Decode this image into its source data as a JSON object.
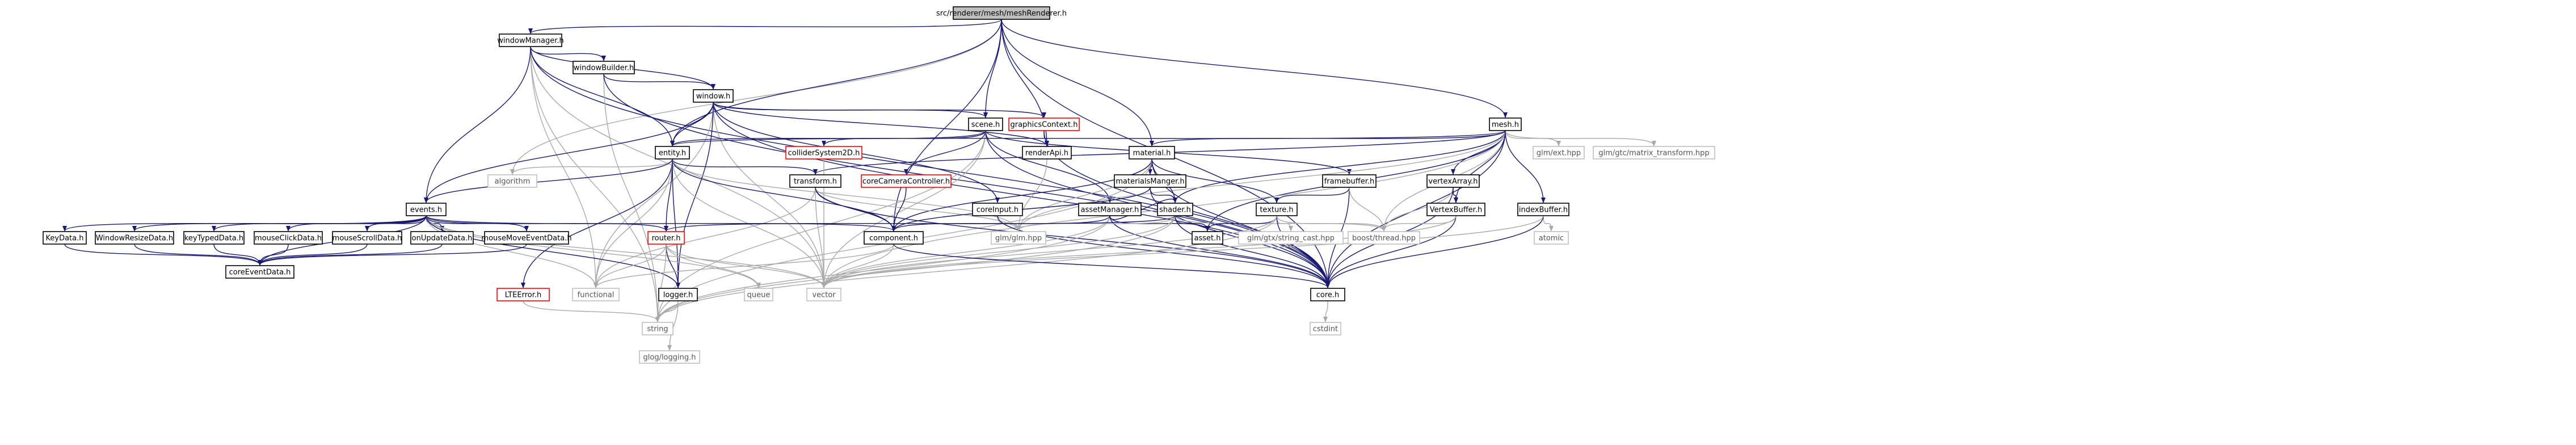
{
  "diagram": {
    "colors": {
      "include_edge": "#191970",
      "system_edge": "#a9a9a9",
      "node_border_documented": "#000000",
      "node_border_undocumented": "#ff0000",
      "node_border_external": "#bfbfbf",
      "root_fill": "#bfbfbf",
      "node_fill": "#ffffff",
      "external_text": "#555555"
    },
    "nodes": [
      {
        "id": "root",
        "label": "src/renderer/mesh/meshRenderer.h",
        "kind": "root"
      },
      {
        "id": "windowManager",
        "label": "windowManager.h",
        "kind": "doc"
      },
      {
        "id": "windowBuilder",
        "label": "windowBuilder.h",
        "kind": "doc"
      },
      {
        "id": "window",
        "label": "window.h",
        "kind": "doc"
      },
      {
        "id": "scene",
        "label": "scene.h",
        "kind": "doc"
      },
      {
        "id": "graphicsContext",
        "label": "graphicsContext.h",
        "kind": "undoc"
      },
      {
        "id": "mesh",
        "label": "mesh.h",
        "kind": "doc"
      },
      {
        "id": "entity",
        "label": "entity.h",
        "kind": "doc"
      },
      {
        "id": "colliderSystem2D",
        "label": "colliderSystem2D.h",
        "kind": "undoc"
      },
      {
        "id": "renderApi",
        "label": "renderApi.h",
        "kind": "doc"
      },
      {
        "id": "material",
        "label": "material.h",
        "kind": "doc"
      },
      {
        "id": "glmext",
        "label": "glm/ext.hpp",
        "kind": "ext"
      },
      {
        "id": "glmgtc",
        "label": "glm/gtc/matrix_transform.hpp",
        "kind": "ext"
      },
      {
        "id": "algorithm",
        "label": "algorithm",
        "kind": "ext"
      },
      {
        "id": "transform",
        "label": "transform.h",
        "kind": "doc"
      },
      {
        "id": "coreCameraController",
        "label": "coreCameraController.h",
        "kind": "undoc"
      },
      {
        "id": "materialsManger",
        "label": "materialsManger.h",
        "kind": "doc"
      },
      {
        "id": "framebuffer",
        "label": "framebuffer.h",
        "kind": "doc"
      },
      {
        "id": "vertexArray",
        "label": "vertexArray.h",
        "kind": "doc"
      },
      {
        "id": "events",
        "label": "events.h",
        "kind": "doc"
      },
      {
        "id": "coreInput",
        "label": "coreInput.h",
        "kind": "doc"
      },
      {
        "id": "assetManager",
        "label": "assetManager.h",
        "kind": "doc"
      },
      {
        "id": "shader",
        "label": "shader.h",
        "kind": "doc"
      },
      {
        "id": "texture",
        "label": "texture.h",
        "kind": "doc"
      },
      {
        "id": "VertexBuffer",
        "label": "VertexBuffer.h",
        "kind": "doc"
      },
      {
        "id": "indexBuffer",
        "label": "indexBuffer.h",
        "kind": "doc"
      },
      {
        "id": "KeyData",
        "label": "KeyData.h",
        "kind": "doc"
      },
      {
        "id": "WindowResizeData",
        "label": "WindowResizeData.h",
        "kind": "doc"
      },
      {
        "id": "keyTypedData",
        "label": "keyTypedData.h",
        "kind": "doc"
      },
      {
        "id": "mouseClickData",
        "label": "mouseClickData.h",
        "kind": "doc"
      },
      {
        "id": "mouseScrollData",
        "label": "mouseScrollData.h",
        "kind": "doc"
      },
      {
        "id": "onUpdateData",
        "label": "onUpdateData.h",
        "kind": "doc"
      },
      {
        "id": "mouseMoveEventData",
        "label": "mouseMoveEventData.h",
        "kind": "doc"
      },
      {
        "id": "router",
        "label": "router.h",
        "kind": "undoc"
      },
      {
        "id": "component",
        "label": "component.h",
        "kind": "doc"
      },
      {
        "id": "glm",
        "label": "glm/glm.hpp",
        "kind": "ext"
      },
      {
        "id": "asset",
        "label": "asset.h",
        "kind": "doc"
      },
      {
        "id": "glmstring",
        "label": "glm/gtx/string_cast.hpp",
        "kind": "ext"
      },
      {
        "id": "boostthread",
        "label": "boost/thread.hpp",
        "kind": "ext"
      },
      {
        "id": "atomic",
        "label": "atomic",
        "kind": "ext"
      },
      {
        "id": "coreEventData",
        "label": "coreEventData.h",
        "kind": "doc"
      },
      {
        "id": "LTEError",
        "label": "LTEError.h",
        "kind": "undoc"
      },
      {
        "id": "functional",
        "label": "functional",
        "kind": "ext"
      },
      {
        "id": "logger",
        "label": "logger.h",
        "kind": "doc"
      },
      {
        "id": "queue",
        "label": "queue",
        "kind": "ext"
      },
      {
        "id": "vector",
        "label": "vector",
        "kind": "ext"
      },
      {
        "id": "core",
        "label": "core.h",
        "kind": "doc"
      },
      {
        "id": "string",
        "label": "string",
        "kind": "ext"
      },
      {
        "id": "glogLogging",
        "label": "glog/logging.h",
        "kind": "ext"
      },
      {
        "id": "cstdint",
        "label": "cstdint",
        "kind": "ext"
      }
    ],
    "edges": [
      [
        "root",
        "windowManager"
      ],
      [
        "root",
        "algorithm"
      ],
      [
        "root",
        "entity"
      ],
      [
        "root",
        "component"
      ],
      [
        "root",
        "renderApi"
      ],
      [
        "root",
        "material"
      ],
      [
        "root",
        "mesh"
      ],
      [
        "root",
        "core"
      ],
      [
        "root",
        "scene"
      ],
      [
        "windowManager",
        "windowBuilder"
      ],
      [
        "windowManager",
        "window"
      ],
      [
        "windowManager",
        "entity"
      ],
      [
        "windowManager",
        "string"
      ],
      [
        "windowManager",
        "functional"
      ],
      [
        "windowManager",
        "vector"
      ],
      [
        "windowManager",
        "core"
      ],
      [
        "windowManager",
        "events"
      ],
      [
        "windowBuilder",
        "window"
      ],
      [
        "windowBuilder",
        "string"
      ],
      [
        "windowBuilder",
        "core"
      ],
      [
        "window",
        "scene"
      ],
      [
        "window",
        "graphicsContext"
      ],
      [
        "window",
        "entity"
      ],
      [
        "window",
        "events"
      ],
      [
        "window",
        "coreInput"
      ],
      [
        "window",
        "renderApi"
      ],
      [
        "window",
        "functional"
      ],
      [
        "window",
        "vector"
      ],
      [
        "window",
        "logger"
      ],
      [
        "window",
        "core"
      ],
      [
        "scene",
        "entity"
      ],
      [
        "scene",
        "colliderSystem2D"
      ],
      [
        "scene",
        "coreCameraController"
      ],
      [
        "scene",
        "assetManager"
      ],
      [
        "scene",
        "framebuffer"
      ],
      [
        "scene",
        "vector"
      ],
      [
        "scene",
        "string"
      ],
      [
        "scene",
        "core"
      ],
      [
        "graphicsContext",
        "renderApi"
      ],
      [
        "graphicsContext",
        "core"
      ],
      [
        "mesh",
        "material"
      ],
      [
        "mesh",
        "vertexArray"
      ],
      [
        "mesh",
        "indexBuffer"
      ],
      [
        "mesh",
        "shader"
      ],
      [
        "mesh",
        "transform"
      ],
      [
        "mesh",
        "entity"
      ],
      [
        "mesh",
        "glmext"
      ],
      [
        "mesh",
        "glmgtc"
      ],
      [
        "mesh",
        "asset"
      ],
      [
        "mesh",
        "glm"
      ],
      [
        "mesh",
        "vector"
      ],
      [
        "mesh",
        "core"
      ],
      [
        "mesh",
        "boostthread"
      ],
      [
        "mesh",
        "VertexBuffer"
      ],
      [
        "entity",
        "algorithm"
      ],
      [
        "entity",
        "transform"
      ],
      [
        "entity",
        "events"
      ],
      [
        "entity",
        "component"
      ],
      [
        "entity",
        "LTEError"
      ],
      [
        "entity",
        "functional"
      ],
      [
        "entity",
        "vector"
      ],
      [
        "entity",
        "glm"
      ],
      [
        "entity",
        "logger"
      ],
      [
        "entity",
        "router"
      ],
      [
        "colliderSystem2D",
        "vector"
      ],
      [
        "renderApi",
        "glm"
      ],
      [
        "material",
        "materialsManger"
      ],
      [
        "material",
        "shader"
      ],
      [
        "material",
        "texture"
      ],
      [
        "material",
        "component"
      ],
      [
        "material",
        "glm"
      ],
      [
        "material",
        "string"
      ],
      [
        "material",
        "core"
      ],
      [
        "transform",
        "component"
      ],
      [
        "transform",
        "glm"
      ],
      [
        "transform",
        "functional"
      ],
      [
        "transform",
        "vector"
      ],
      [
        "transform",
        "core"
      ],
      [
        "coreCameraController",
        "component"
      ],
      [
        "materialsManger",
        "shader"
      ],
      [
        "materialsManger",
        "component"
      ],
      [
        "materialsManger",
        "core"
      ],
      [
        "framebuffer",
        "texture"
      ],
      [
        "framebuffer",
        "core"
      ],
      [
        "framebuffer",
        "boostthread"
      ],
      [
        "vertexArray",
        "VertexBuffer"
      ],
      [
        "vertexArray",
        "boostthread"
      ],
      [
        "vertexArray",
        "core"
      ],
      [
        "events",
        "KeyData"
      ],
      [
        "events",
        "WindowResizeData"
      ],
      [
        "events",
        "keyTypedData"
      ],
      [
        "events",
        "mouseClickData"
      ],
      [
        "events",
        "mouseScrollData"
      ],
      [
        "events",
        "onUpdateData"
      ],
      [
        "events",
        "mouseMoveEventData"
      ],
      [
        "events",
        "router"
      ],
      [
        "events",
        "coreEventData"
      ],
      [
        "events",
        "functional"
      ],
      [
        "events",
        "queue"
      ],
      [
        "events",
        "vector"
      ],
      [
        "events",
        "logger"
      ],
      [
        "events",
        "component"
      ],
      [
        "coreInput",
        "glm"
      ],
      [
        "coreInput",
        "core"
      ],
      [
        "assetManager",
        "asset"
      ],
      [
        "assetManager",
        "shader"
      ],
      [
        "assetManager",
        "string"
      ],
      [
        "assetManager",
        "vector"
      ],
      [
        "assetManager",
        "core"
      ],
      [
        "assetManager",
        "component"
      ],
      [
        "shader",
        "asset"
      ],
      [
        "shader",
        "glm"
      ],
      [
        "shader",
        "boostthread"
      ],
      [
        "shader",
        "string"
      ],
      [
        "shader",
        "core"
      ],
      [
        "shader",
        "vector"
      ],
      [
        "shader",
        "router"
      ],
      [
        "texture",
        "asset"
      ],
      [
        "texture",
        "glmstring"
      ],
      [
        "texture",
        "boostthread"
      ],
      [
        "texture",
        "core"
      ],
      [
        "texture",
        "string"
      ],
      [
        "texture",
        "vector"
      ],
      [
        "VertexBuffer",
        "core"
      ],
      [
        "VertexBuffer",
        "vector"
      ],
      [
        "VertexBuffer",
        "boostthread"
      ],
      [
        "indexBuffer",
        "atomic"
      ],
      [
        "indexBuffer",
        "core"
      ],
      [
        "indexBuffer",
        "vector"
      ],
      [
        "KeyData",
        "coreEventData"
      ],
      [
        "WindowResizeData",
        "coreEventData"
      ],
      [
        "keyTypedData",
        "coreEventData"
      ],
      [
        "mouseClickData",
        "coreEventData"
      ],
      [
        "mouseScrollData",
        "coreEventData"
      ],
      [
        "onUpdateData",
        "coreEventData"
      ],
      [
        "mouseMoveEventData",
        "coreEventData"
      ],
      [
        "router",
        "functional"
      ],
      [
        "router",
        "queue"
      ],
      [
        "router",
        "vector"
      ],
      [
        "router",
        "logger"
      ],
      [
        "router",
        "string"
      ],
      [
        "component",
        "functional"
      ],
      [
        "component",
        "vector"
      ],
      [
        "component",
        "core"
      ],
      [
        "LTEError",
        "string"
      ],
      [
        "logger",
        "glogLogging"
      ],
      [
        "logger",
        "string"
      ],
      [
        "core",
        "cstdint"
      ]
    ]
  }
}
